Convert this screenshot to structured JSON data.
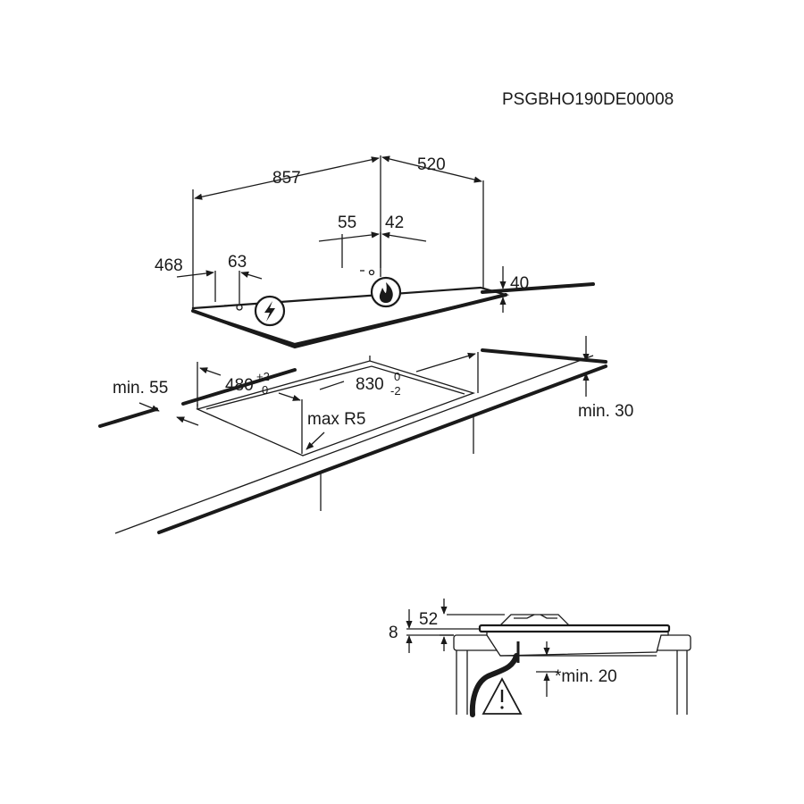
{
  "doc_code": "PSGBHO190DE00008",
  "dims": {
    "width": "857",
    "depth": "520",
    "left_offset": "468",
    "elec_offset": "63",
    "gas_offset_left": "55",
    "gas_offset_right": "42",
    "height": "40",
    "min_front": "min. 55",
    "cutout_depth": "480",
    "cutout_depth_tol_upper": "+2",
    "cutout_depth_tol_lower": "0",
    "cutout_width": "830",
    "cutout_width_tol_upper": "0",
    "cutout_width_tol_lower": "-2",
    "radius": "max R5",
    "min_wall": "min. 30",
    "section_52": "52",
    "section_8": "8",
    "section_min20": "*min. 20"
  },
  "icons": [
    "electric-bolt-icon",
    "gas-flame-icon",
    "warning-triangle-icon"
  ]
}
